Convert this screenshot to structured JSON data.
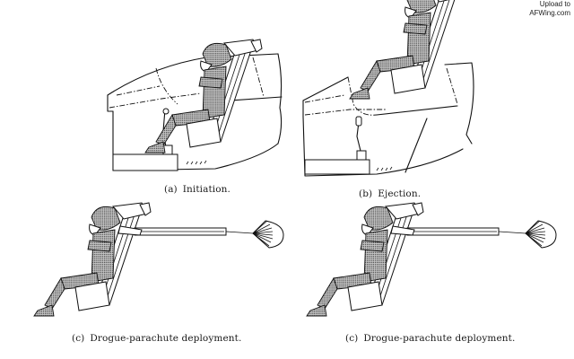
{
  "watermark": {
    "line1": "Upload to",
    "line2": "AFWing.com"
  },
  "panels": [
    {
      "id": "a",
      "label": "(a)",
      "caption": "Initiation."
    },
    {
      "id": "b",
      "label": "(b)",
      "caption": "Ejection."
    },
    {
      "id": "c1",
      "label": "(c)",
      "caption": "Drogue-parachute deployment."
    },
    {
      "id": "c2",
      "label": "(c)",
      "caption": "Drogue-parachute deployment."
    }
  ],
  "colors": {
    "ink": "#111111",
    "background": "#ffffff",
    "shading": "#9a9a9a"
  }
}
